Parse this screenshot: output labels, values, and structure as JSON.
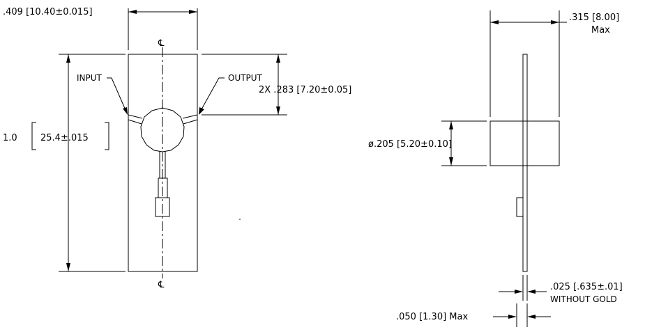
{
  "front_view": {
    "width_dim": ".409  [10.40±0.015]",
    "length_dim_inch": "1.0",
    "length_dim_mm": "25.4±.015",
    "port_spacing_dim": "2X  .283  [7.20±0.05]",
    "input_label": "INPUT",
    "output_label": "OUTPUT",
    "centerline_symbol": "℄"
  },
  "side_view": {
    "thickness_dim": ".315  [8.00]",
    "thickness_note": "Max",
    "diameter_dim": "ø.205  [5.20±0.10]",
    "substrate_dim": ".025  [.635±.01]",
    "substrate_note": "WITHOUT  GOLD",
    "lead_dim": ".050  [1.30]  Max"
  }
}
